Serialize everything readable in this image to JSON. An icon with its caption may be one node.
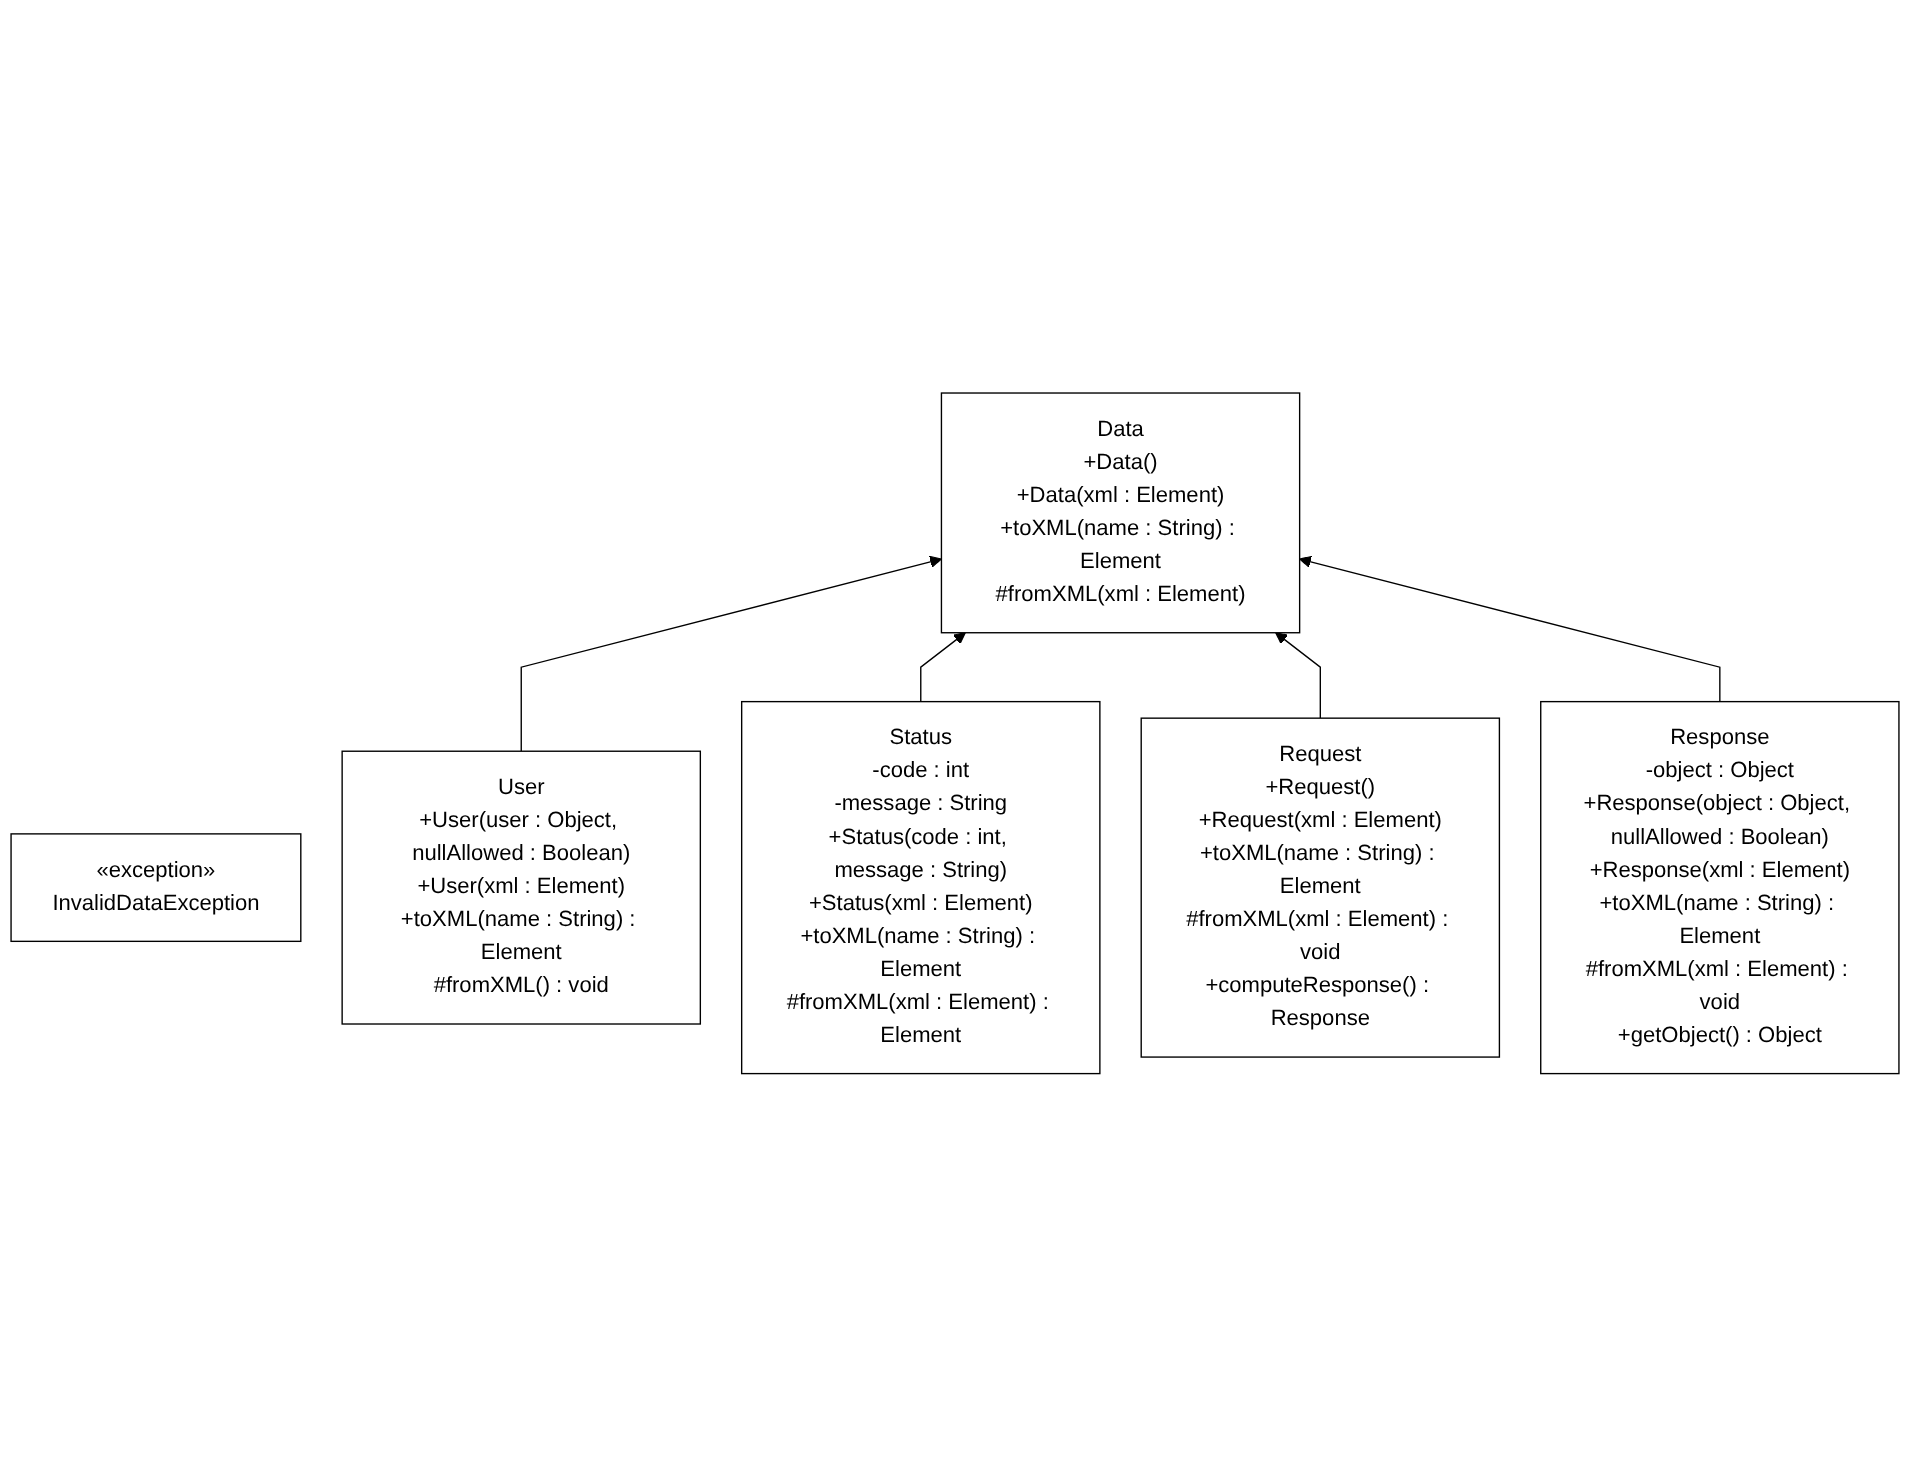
{
  "diagram": {
    "nodes": [
      {
        "text": [
          "Data",
          "+Data()",
          "+Data(xml : Element)",
          "+toXML(name : String) : Element",
          "#fromXML(xml : Element)"
        ]
      },
      {
        "text": [
          "«exception»",
          "InvalidDataException"
        ]
      },
      {
        "text": [
          "User",
          "+User(user : Object, nullAllowed : Boolean)",
          "+User(xml : Element)",
          "+toXML(name : String) : Element",
          "#fromXML() : void"
        ]
      },
      {
        "text": [
          "Status",
          "-code : int",
          "-message : String",
          "+Status(code : int, message : String)",
          "+Status(xml : Element)",
          "+toXML(name : String) : Element",
          "#fromXML(xml : Element) : Element"
        ]
      },
      {
        "text": [
          "Request",
          "+Request()",
          "+Request(xml : Element)",
          "+toXML(name : String) : Element",
          "#fromXML(xml : Element) : void",
          "+computeResponse() : Response"
        ]
      },
      {
        "text": [
          "Response",
          "-object : Object",
          "+Response(object : Object, nullAllowed : Boolean)",
          "+Response(xml : Element)",
          "+toXML(name : String) : Element",
          "#fromXML(xml : Element) : void",
          "+getObject() : Object"
        ]
      }
    ],
    "edges": [
      {
        "from": 2,
        "to": 0,
        "arrow": "to"
      },
      {
        "from": 3,
        "to": 0,
        "arrow": "to"
      },
      {
        "from": 4,
        "to": 0,
        "arrow": "to"
      },
      {
        "from": 5,
        "to": 0,
        "arrow": "to"
      }
    ]
  }
}
